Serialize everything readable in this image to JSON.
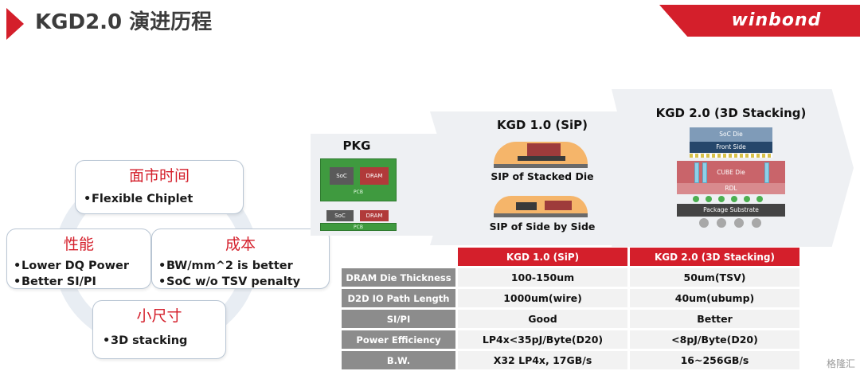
{
  "header": {
    "title": "KGD2.0 演进历程",
    "brand": "winbond",
    "accent_color": "#d41f2b"
  },
  "cycle": {
    "top": {
      "title": "面市时间",
      "bullets": [
        "Flexible Chiplet"
      ]
    },
    "left": {
      "title": "性能",
      "bullets": [
        "Lower DQ Power",
        "Better SI/PI"
      ]
    },
    "right": {
      "title": "成本",
      "bullets": [
        "BW/mm^2 is better",
        "SoC w/o TSV penalty"
      ]
    },
    "bottom": {
      "title": "小尺寸",
      "bullets": [
        "3D stacking"
      ]
    }
  },
  "stages": {
    "pkg": {
      "label": "PKG",
      "top_chips": [
        "SoC",
        "DRAM"
      ],
      "top_pcb": "PCB",
      "bottom_chips": [
        "SoC",
        "DRAM"
      ],
      "bottom_pcb": "PCB"
    },
    "kgd1": {
      "label": "KGD 1.0 (SiP)",
      "caption_top": "SIP of Stacked Die",
      "caption_bottom": "SIP of Side by Side"
    },
    "kgd2": {
      "label": "KGD 2.0 (3D Stacking)",
      "layers": {
        "soc": "SoC Die",
        "front": "Front Side",
        "cube": "CUBE Die",
        "rdl": "RDL",
        "substrate": "Package Substrate"
      }
    }
  },
  "table": {
    "columns": [
      "KGD 1.0 (SiP)",
      "KGD 2.0 (3D Stacking)"
    ],
    "rows": [
      {
        "label": "DRAM Die Thickness",
        "kgd1": "100-150um",
        "kgd2": "50um(TSV)"
      },
      {
        "label": "D2D IO Path Length",
        "kgd1": "1000um(wire)",
        "kgd2": "40um(ubump)"
      },
      {
        "label": "SI/PI",
        "kgd1": "Good",
        "kgd2": "Better"
      },
      {
        "label": "Power Efficiency",
        "kgd1": "LP4x<35pJ/Byte(D20)",
        "kgd2": "<8pJ/Byte(D20)"
      },
      {
        "label": "B.W.",
        "kgd1": "X32 LP4x, 17GB/s",
        "kgd2": "16~256GB/s"
      }
    ]
  },
  "watermark": "格隆汇"
}
